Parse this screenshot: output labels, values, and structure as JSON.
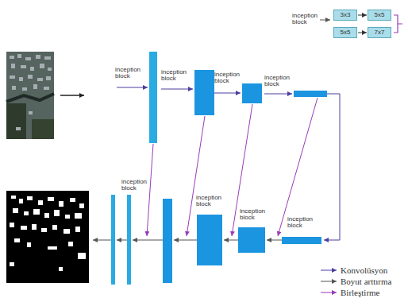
{
  "diagram": {
    "nodes": [
      {
        "text": [
          "3x3"
        ]
      },
      {
        "text": [
          "5x5"
        ]
      },
      {
        "text": [
          "5x5"
        ]
      },
      {
        "text": [
          "7x7"
        ]
      }
    ],
    "edges": [
      {
        "from": 0,
        "to": 1,
        "arrow": "to"
      },
      {
        "from": 2,
        "to": 3,
        "arrow": "to"
      }
    ],
    "labels": [
      "inception block",
      "inception block",
      "inception block",
      "inception block",
      "inception block",
      "inception block",
      "inception block",
      "inception block",
      "inception block"
    ],
    "legend": [
      {
        "text": "Konvolüsyon"
      },
      {
        "text": "Boyut arttırma"
      },
      {
        "text": "Birleştirme"
      }
    ]
  }
}
